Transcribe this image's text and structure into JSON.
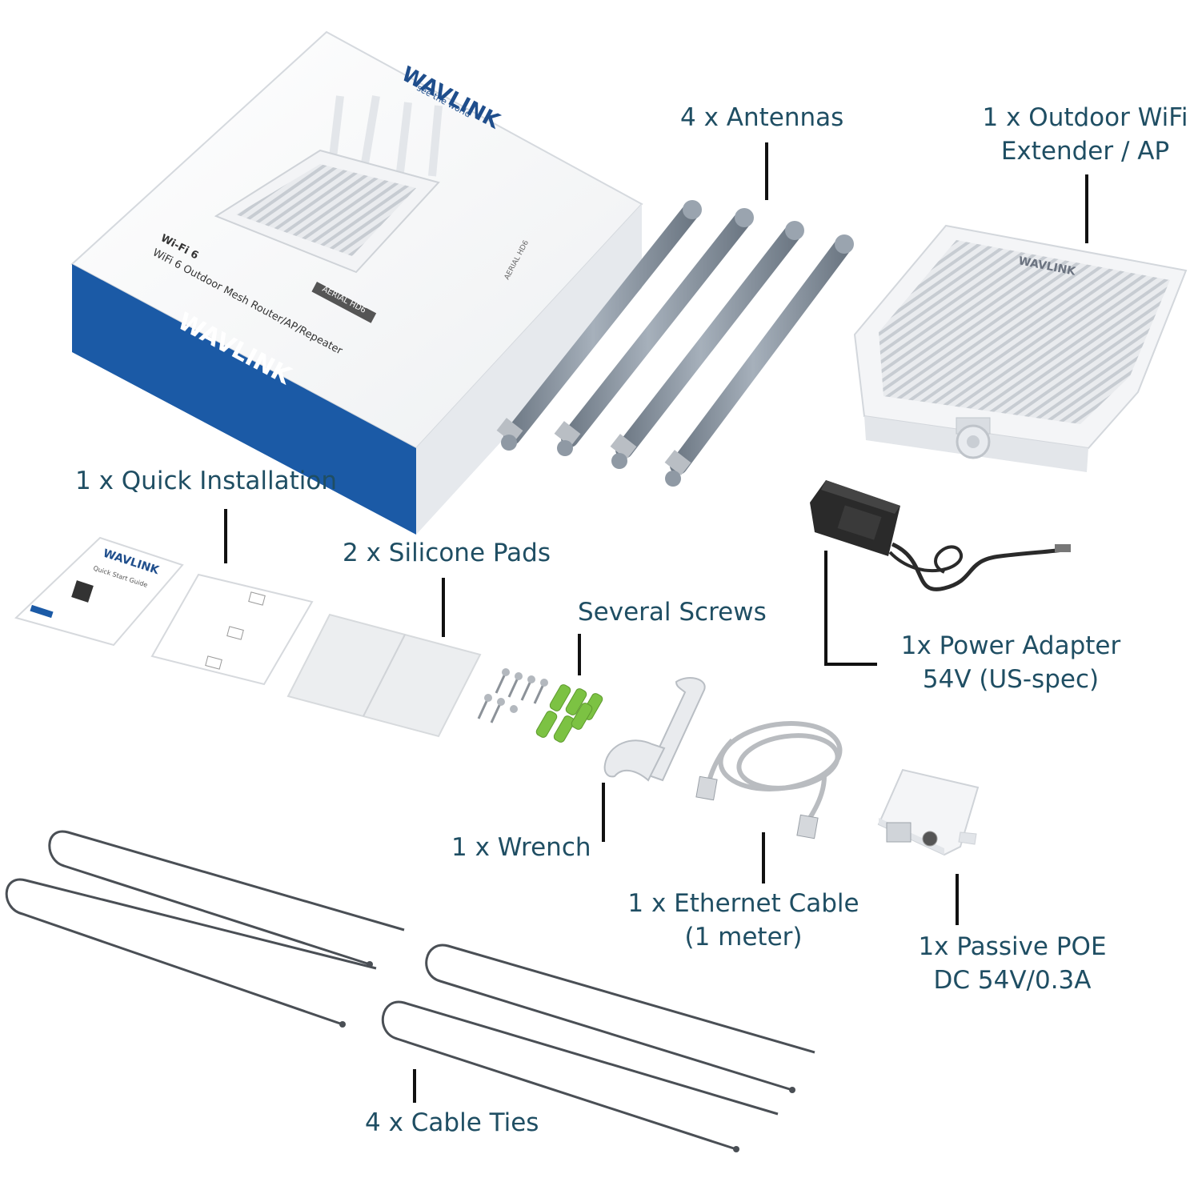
{
  "labels": {
    "antennas": "4 x Antennas",
    "extender_line1": "1 x Outdoor WiFi",
    "extender_line2": "Extender / AP",
    "quick_install": "1 x Quick Installation",
    "silicone_pads": "2 x Silicone Pads",
    "screws": "Several Screws",
    "power_adapter_line1": "1x Power Adapter",
    "power_adapter_line2": "54V (US-spec)",
    "wrench": "1 x Wrench",
    "ethernet_line1": "1 x Ethernet Cable",
    "ethernet_line2": "(1 meter)",
    "poe_line1": "1x Passive POE",
    "poe_line2": "DC 54V/0.3A",
    "cable_ties": "4 x Cable Ties"
  },
  "box": {
    "brand": "WAVLINK",
    "tagline": "see the world",
    "wifi_badge": "Wi-Fi 6",
    "product_line": "WiFi 6 Outdoor Mesh Router/AP/Repeater",
    "model": "AERIAL HD6",
    "side_model": "AERIAL HD6"
  },
  "device": {
    "brand": "WAVLINK"
  },
  "guide": {
    "brand": "WAVLINK",
    "title": "Quick Start Guide"
  },
  "colors": {
    "label_text": "#1f4e63",
    "box_blue": "#1b5aa6",
    "antenna_gray": "#8e99a6",
    "screw_anchor_green": "#7cc243",
    "leader_line": "#111111"
  }
}
